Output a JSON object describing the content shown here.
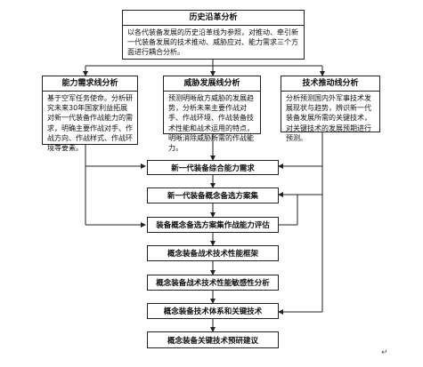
{
  "history": {
    "title": "历史沿革分析",
    "text": "以各代装备发展的历史沿革线为参照，对推动、牵引新一代装备发展的技术推动、威胁应对、能力需求三个方面进行耦合分析。"
  },
  "columns": {
    "demand": {
      "title": "能力需求线分析",
      "text": "基于空军任务使命。分析研究未来30年国家利益拓展对新一代装备作战能力的需求，明确主要作战对手、作战方向、作战样式、作战环境等要素。"
    },
    "threat": {
      "title": "威胁发展线分析",
      "text": "预测明晰敌方威胁的发展趋势，分析未来主要作战对手、作战环境、作战装备技术性能和战术运用的特点，明晰消除威胁所需的作战能力。"
    },
    "tech": {
      "title": "技术推动线分析",
      "text": "分析预测国内外军事技术发展现状与趋势，辨识新一代装备发展所需的关键技术，对关键技术的发展预期进行预测。"
    }
  },
  "steps": [
    "新一代装备综合能力需求",
    "新一代装备概念备选方案集",
    "装备概念备选方案集作战能力评估",
    "概念装备战术技术性能框架",
    "概念装备战术技术性能敏感性分析",
    "概念装备技术体系和关键技术",
    "概念装备关键技术预研建议"
  ],
  "corner_mark": "↵"
}
